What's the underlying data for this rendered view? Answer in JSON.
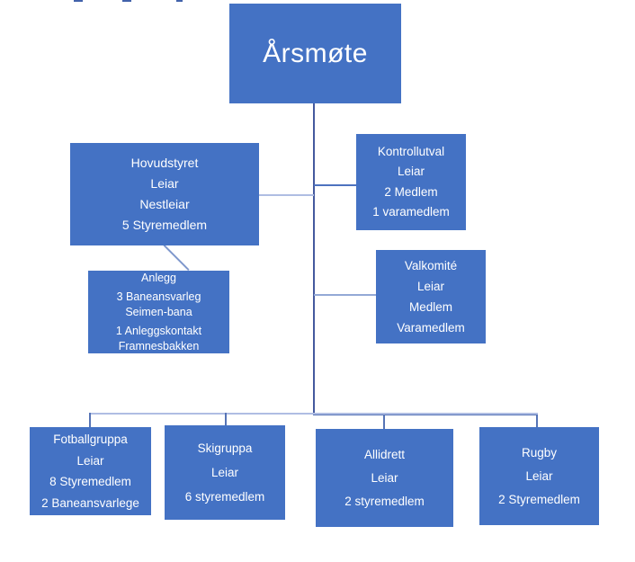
{
  "title": "Organisational chart (club structure)",
  "colors": {
    "box_fill": "#4472C4",
    "box_text": "#FFFFFF",
    "trunk_line": "#44599E",
    "light_line": "#AFBDE3",
    "medium_line": "#5674B6",
    "kontroll_line": "#4D72BF",
    "valkomite_line": "#93A9D6",
    "diagonal_line": "#7E97CC"
  },
  "nodes": {
    "arsmote": {
      "label": "Årsmøte"
    },
    "hovudstyret": {
      "lines": [
        "Hovudstyret",
        "Leiar",
        "Nestleiar",
        "5 Styremedlem"
      ]
    },
    "kontrollutval": {
      "lines": [
        "Kontrollutval",
        "Leiar",
        "2 Medlem",
        "1 varamedlem"
      ]
    },
    "valkomite": {
      "lines": [
        "Valkomité",
        "Leiar",
        "Medlem",
        "Varamedlem"
      ]
    },
    "anlegg": {
      "lines": [
        "Anlegg",
        "3 Baneansvarleg Seimen-bana",
        "1 Anleggskontakt Framnesbakken"
      ]
    },
    "fotballgruppa": {
      "lines": [
        "Fotballgruppa",
        "Leiar",
        "8 Styremedlem",
        "2 Baneansvarlege"
      ]
    },
    "skigruppa": {
      "lines": [
        "Skigruppa",
        "Leiar",
        "6 styremedlem"
      ]
    },
    "allidrett": {
      "lines": [
        "Allidrett",
        "Leiar",
        "2 styremedlem"
      ]
    },
    "rugby": {
      "lines": [
        "Rugby",
        "Leiar",
        "2 Styremedlem"
      ]
    }
  }
}
